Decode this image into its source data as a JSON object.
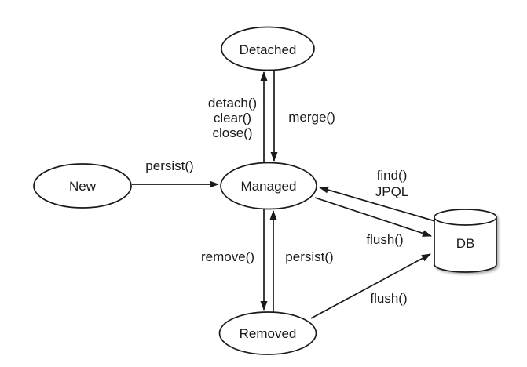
{
  "diagram": {
    "type": "state-diagram",
    "subject": "entity-lifecycle",
    "background_color": "#ffffff",
    "line_color": "#1a1a1a",
    "text_color": "#1a1a1a",
    "node_fill_color": "#ffffff",
    "nodes": [
      {
        "id": "detached",
        "label": "Detached",
        "shape": "ellipse"
      },
      {
        "id": "new",
        "label": "New",
        "shape": "ellipse"
      },
      {
        "id": "managed",
        "label": "Managed",
        "shape": "ellipse"
      },
      {
        "id": "removed",
        "label": "Removed",
        "shape": "ellipse"
      },
      {
        "id": "db",
        "label": "DB",
        "shape": "cylinder"
      }
    ],
    "edges": [
      {
        "from": "New",
        "to": "Managed",
        "labels": [
          "persist()"
        ]
      },
      {
        "from": "Managed",
        "to": "Detached",
        "labels": [
          "detach()",
          "clear()",
          "close()"
        ]
      },
      {
        "from": "Detached",
        "to": "Managed",
        "labels": [
          "merge()"
        ]
      },
      {
        "from": "Managed",
        "to": "Removed",
        "labels": [
          "remove()"
        ]
      },
      {
        "from": "Removed",
        "to": "Managed",
        "labels": [
          "persist()"
        ]
      },
      {
        "from": "DB",
        "to": "Managed",
        "labels": [
          "find()",
          "JPQL"
        ]
      },
      {
        "from": "Managed",
        "to": "DB",
        "labels": [
          "flush()"
        ]
      },
      {
        "from": "Removed",
        "to": "DB",
        "labels": [
          "flush()"
        ]
      }
    ]
  }
}
